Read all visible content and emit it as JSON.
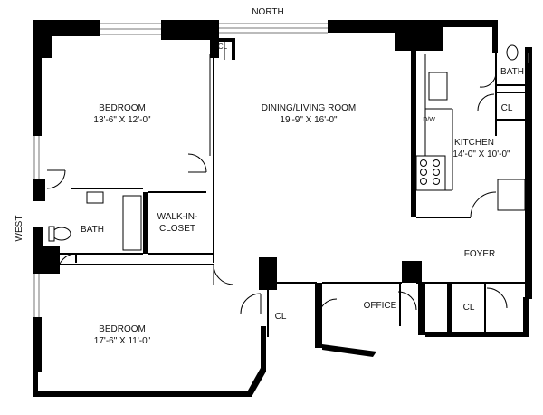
{
  "compass": {
    "north": "NORTH",
    "west": "WEST"
  },
  "rooms": {
    "bedroom_1": {
      "name": "BEDROOM",
      "dims": "13'-6\" X 12'-0\""
    },
    "dining_living": {
      "name": "DINING/LIVING ROOM",
      "dims": "19'-9\" X 16'-0\""
    },
    "kitchen": {
      "name": "KITCHEN",
      "dims": "14'-0\" X 10'-0\""
    },
    "bath_1": {
      "name": "BATH"
    },
    "bath_2": {
      "name": "BATH"
    },
    "walk_in_closet": {
      "line1": "WALK-IN-",
      "line2": "CLOSET"
    },
    "foyer": {
      "name": "FOYER"
    },
    "office": {
      "name": "OFFICE"
    },
    "bedroom_2": {
      "name": "BEDROOM",
      "dims": "17'-6\" X 11'-0\""
    }
  },
  "labels": {
    "cl_top": "CL",
    "cl_kitchen": "CL",
    "cl_hall": "CL",
    "cl_foyer": "CL",
    "dw": "D/W"
  }
}
